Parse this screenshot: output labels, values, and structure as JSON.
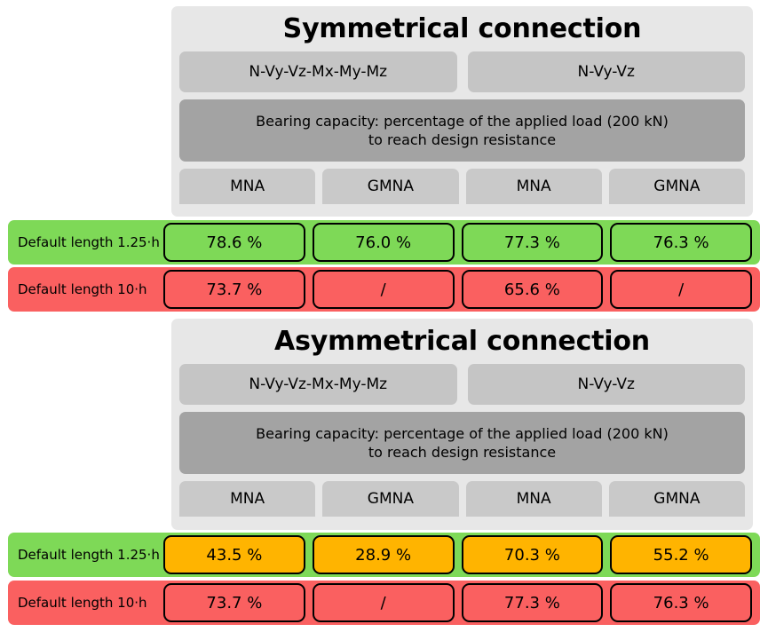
{
  "panels": [
    {
      "title": "Symmetrical connection",
      "load_cases": [
        "N-Vy-Vz-Mx-My-Mz",
        "N-Vy-Vz"
      ],
      "note": "Bearing capacity: percentage of the applied load (200 kN) to reach design resistance",
      "note_line1": "Bearing capacity: percentage of the applied load (200 kN)",
      "note_line2": "to reach design resistance",
      "analysis_headers": [
        "MNA",
        "GMNA",
        "MNA",
        "GMNA"
      ],
      "rows": [
        {
          "label": "Default length 1.25·h",
          "band_color": "#7ed957",
          "values": [
            "78.6 %",
            "76.0 %",
            "77.3 %",
            "76.3 %"
          ],
          "cell_fills": [
            "",
            "",
            "",
            ""
          ]
        },
        {
          "label": "Default length 10·h",
          "band_color": "#fa6060",
          "values": [
            "73.7 %",
            "/",
            "65.6 %",
            "/"
          ],
          "cell_fills": [
            "",
            "",
            "",
            ""
          ]
        }
      ]
    },
    {
      "title": "Asymmetrical connection",
      "load_cases": [
        "N-Vy-Vz-Mx-My-Mz",
        "N-Vy-Vz"
      ],
      "note": "Bearing capacity: percentage of the applied load (200 kN) to reach design resistance",
      "note_line1": "Bearing capacity: percentage of the applied load (200 kN)",
      "note_line2": "to reach design resistance",
      "analysis_headers": [
        "MNA",
        "GMNA",
        "MNA",
        "GMNA"
      ],
      "rows": [
        {
          "label": "Default length 1.25·h",
          "band_color": "#7ed957",
          "values": [
            "43.5 %",
            "28.9 %",
            "70.3 %",
            "55.2 %"
          ],
          "cell_fills": [
            "#ffb400",
            "#ffb400",
            "#ffb400",
            "#ffb400"
          ]
        },
        {
          "label": "Default length 10·h",
          "band_color": "#fa6060",
          "values": [
            "73.7 %",
            "/",
            "77.3 %",
            "76.3 %"
          ],
          "cell_fills": [
            "",
            "",
            "",
            ""
          ]
        }
      ]
    }
  ],
  "colors": {
    "background": "#ffffff",
    "panel": "#e7e7e7",
    "loadcase_box": "#c5c5c5",
    "note_box": "#a3a3a3",
    "analysis_header": "#c9c9c9",
    "green": "#7ed957",
    "red": "#fa6060",
    "orange": "#ffb400",
    "text": "#000000"
  }
}
